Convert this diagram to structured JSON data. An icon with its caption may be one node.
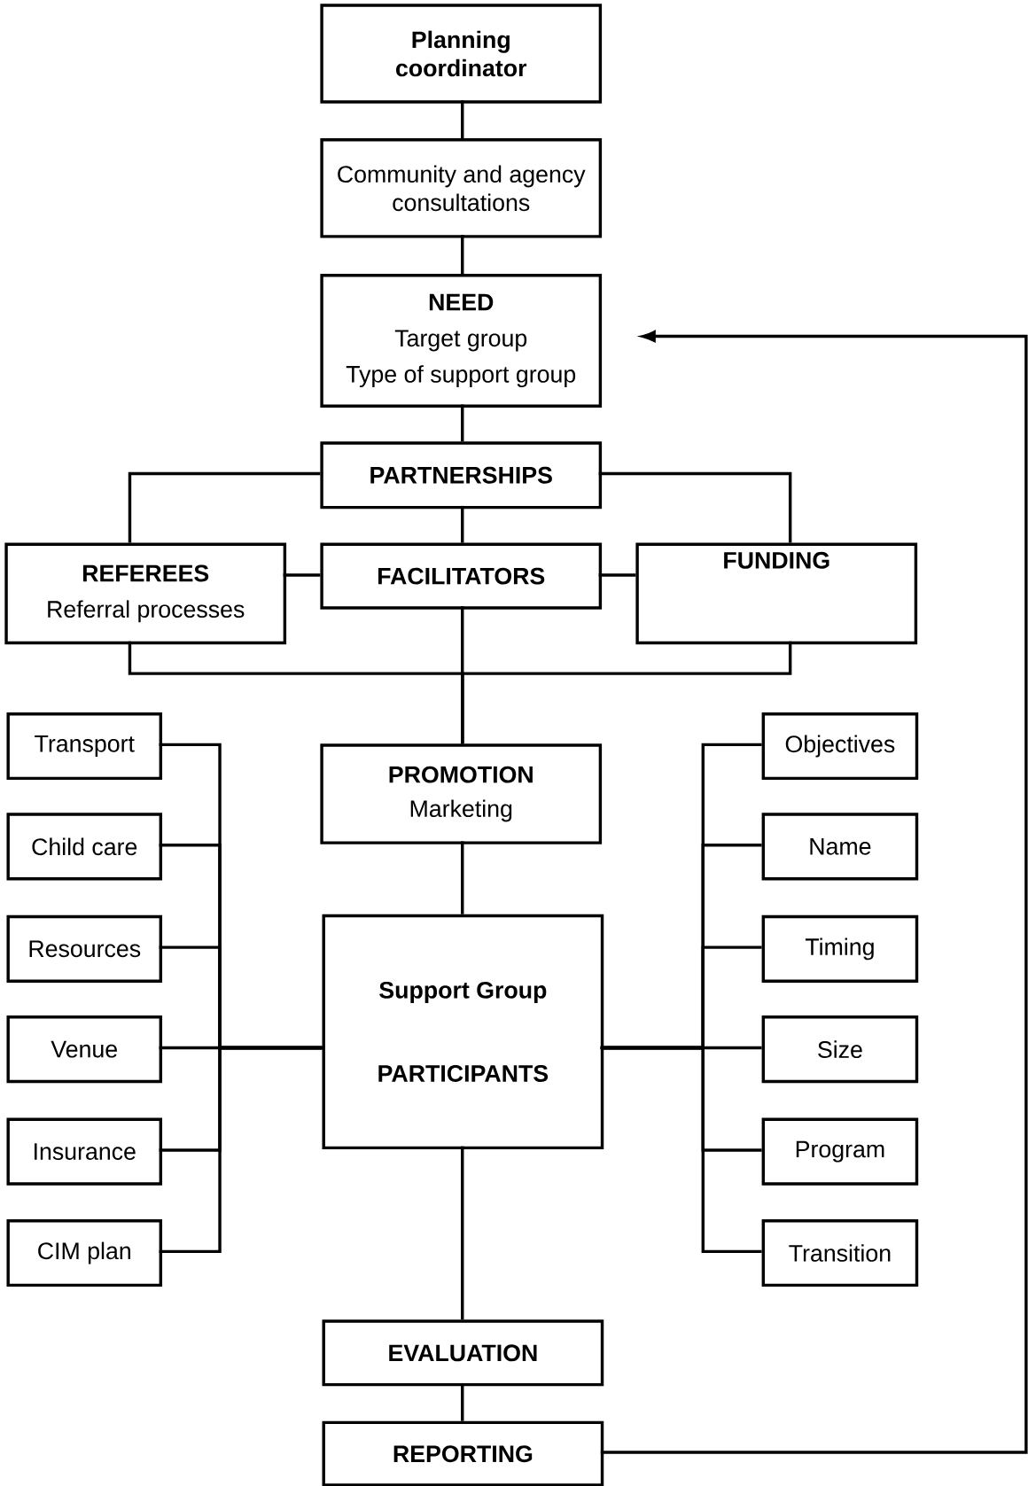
{
  "diagram": {
    "nodes": [
      {
        "text": [
          "Planning coordinator"
        ]
      },
      {
        "text": [
          "Community and agency consultations"
        ]
      },
      {
        "text": [
          "NEED",
          "Target group",
          "Type of support group"
        ]
      },
      {
        "text": [
          "PARTNERSHIPS"
        ]
      },
      {
        "text": [
          "REFEREES",
          "Referral processes"
        ]
      },
      {
        "text": [
          "FACILITATORS"
        ]
      },
      {
        "text": [
          "FUNDING"
        ]
      },
      {
        "text": [
          "PROMOTION",
          "Marketing"
        ]
      },
      {
        "text": [
          "Support Group",
          "PARTICIPANTS"
        ]
      },
      {
        "text": [
          "Transport"
        ]
      },
      {
        "text": [
          "Child care"
        ]
      },
      {
        "text": [
          "Resources"
        ]
      },
      {
        "text": [
          "Venue"
        ]
      },
      {
        "text": [
          "Insurance"
        ]
      },
      {
        "text": [
          "CIM plan"
        ]
      },
      {
        "text": [
          "Objectives"
        ]
      },
      {
        "text": [
          "Name"
        ]
      },
      {
        "text": [
          "Timing"
        ]
      },
      {
        "text": [
          "Size"
        ]
      },
      {
        "text": [
          "Program"
        ]
      },
      {
        "text": [
          "Transition"
        ]
      },
      {
        "text": [
          "EVALUATION"
        ]
      },
      {
        "text": [
          "REPORTING"
        ]
      }
    ],
    "edges": [
      {
        "from": 0,
        "to": 1,
        "arrow": "none"
      },
      {
        "from": 1,
        "to": 2,
        "arrow": "none"
      },
      {
        "from": 2,
        "to": 3,
        "arrow": "none"
      },
      {
        "from": 3,
        "to": 4,
        "arrow": "none"
      },
      {
        "from": 3,
        "to": 5,
        "arrow": "none"
      },
      {
        "from": 3,
        "to": 6,
        "arrow": "none"
      },
      {
        "from": 4,
        "to": 5,
        "arrow": "none"
      },
      {
        "from": 5,
        "to": 6,
        "arrow": "none"
      },
      {
        "from": 4,
        "to": 7,
        "arrow": "none"
      },
      {
        "from": 5,
        "to": 7,
        "arrow": "none"
      },
      {
        "from": 6,
        "to": 7,
        "arrow": "none"
      },
      {
        "from": 7,
        "to": 8,
        "arrow": "none"
      },
      {
        "from": 8,
        "to": 9,
        "arrow": "none"
      },
      {
        "from": 8,
        "to": 10,
        "arrow": "none"
      },
      {
        "from": 8,
        "to": 11,
        "arrow": "none"
      },
      {
        "from": 8,
        "to": 12,
        "arrow": "none"
      },
      {
        "from": 8,
        "to": 13,
        "arrow": "none"
      },
      {
        "from": 8,
        "to": 14,
        "arrow": "none"
      },
      {
        "from": 8,
        "to": 15,
        "arrow": "none"
      },
      {
        "from": 8,
        "to": 16,
        "arrow": "none"
      },
      {
        "from": 8,
        "to": 17,
        "arrow": "none"
      },
      {
        "from": 8,
        "to": 18,
        "arrow": "none"
      },
      {
        "from": 8,
        "to": 19,
        "arrow": "none"
      },
      {
        "from": 8,
        "to": 20,
        "arrow": "none"
      },
      {
        "from": 8,
        "to": 21,
        "arrow": "none"
      },
      {
        "from": 21,
        "to": 22,
        "arrow": "none"
      },
      {
        "from": 22,
        "to": 2,
        "arrow": "to"
      }
    ]
  }
}
